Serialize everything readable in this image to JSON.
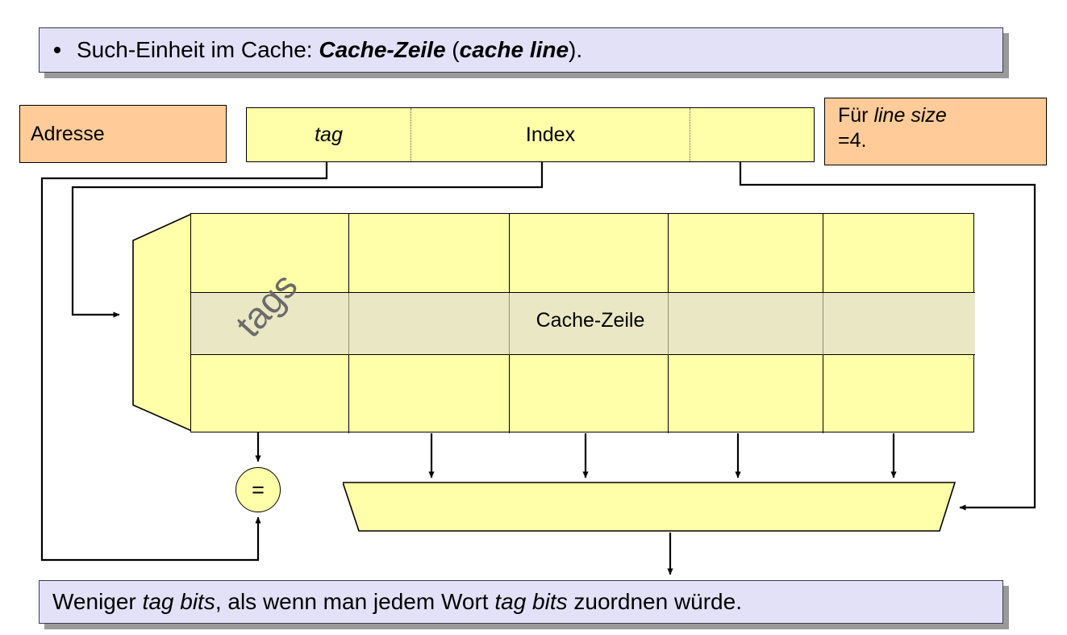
{
  "slide": {
    "top_banner": {
      "bullet": "•",
      "text_parts": [
        {
          "t": "Such-Einheit im Cache: ",
          "style": "normal"
        },
        {
          "t": "Cache-Zeile",
          "style": "bolditalic"
        },
        {
          "t": " (",
          "style": "normal"
        },
        {
          "t": "cache line",
          "style": "bolditalic"
        },
        {
          "t": ").",
          "style": "normal"
        }
      ],
      "plain": "Such-Einheit im Cache: Cache-Zeile (cache line)."
    },
    "bottom_banner": {
      "text_parts": [
        {
          "t": "Weniger ",
          "style": "normal"
        },
        {
          "t": "tag bits",
          "style": "italic"
        },
        {
          "t": ", als wenn man jedem Wort ",
          "style": "normal"
        },
        {
          "t": "tag bits",
          "style": "italic"
        },
        {
          "t": " zuordnen würde.",
          "style": "normal"
        }
      ],
      "plain": "Weniger tag bits, als wenn man jedem Wort tag bits zuordnen würde."
    }
  },
  "address": {
    "label": "Adresse",
    "segments": [
      {
        "name": "tag",
        "label": "tag",
        "style": "italic"
      },
      {
        "name": "index",
        "label": "Index",
        "style": "normal"
      },
      {
        "name": "offset",
        "label": "",
        "style": "normal"
      }
    ]
  },
  "note": {
    "line1_prefix": "Für ",
    "line1_italic": "line size",
    "line2": "=4.",
    "plain": "Für line size =4."
  },
  "cache": {
    "tags_label": "tags",
    "cacheline_label": "Cache-Zeile",
    "columns": 5,
    "rows": 3,
    "highlighted_row_index": 1
  },
  "comparator": {
    "symbol": "="
  },
  "colors": {
    "banner_bg": "#e2e1f7",
    "banner_border": "#3a3a50",
    "banner_shadow": "#9a9a9a",
    "peach": "#ffcc99",
    "yellow": "#ffffaa",
    "highlight": "#eae8c4",
    "line": "#000000",
    "tags_text": "#6b6b6b"
  }
}
